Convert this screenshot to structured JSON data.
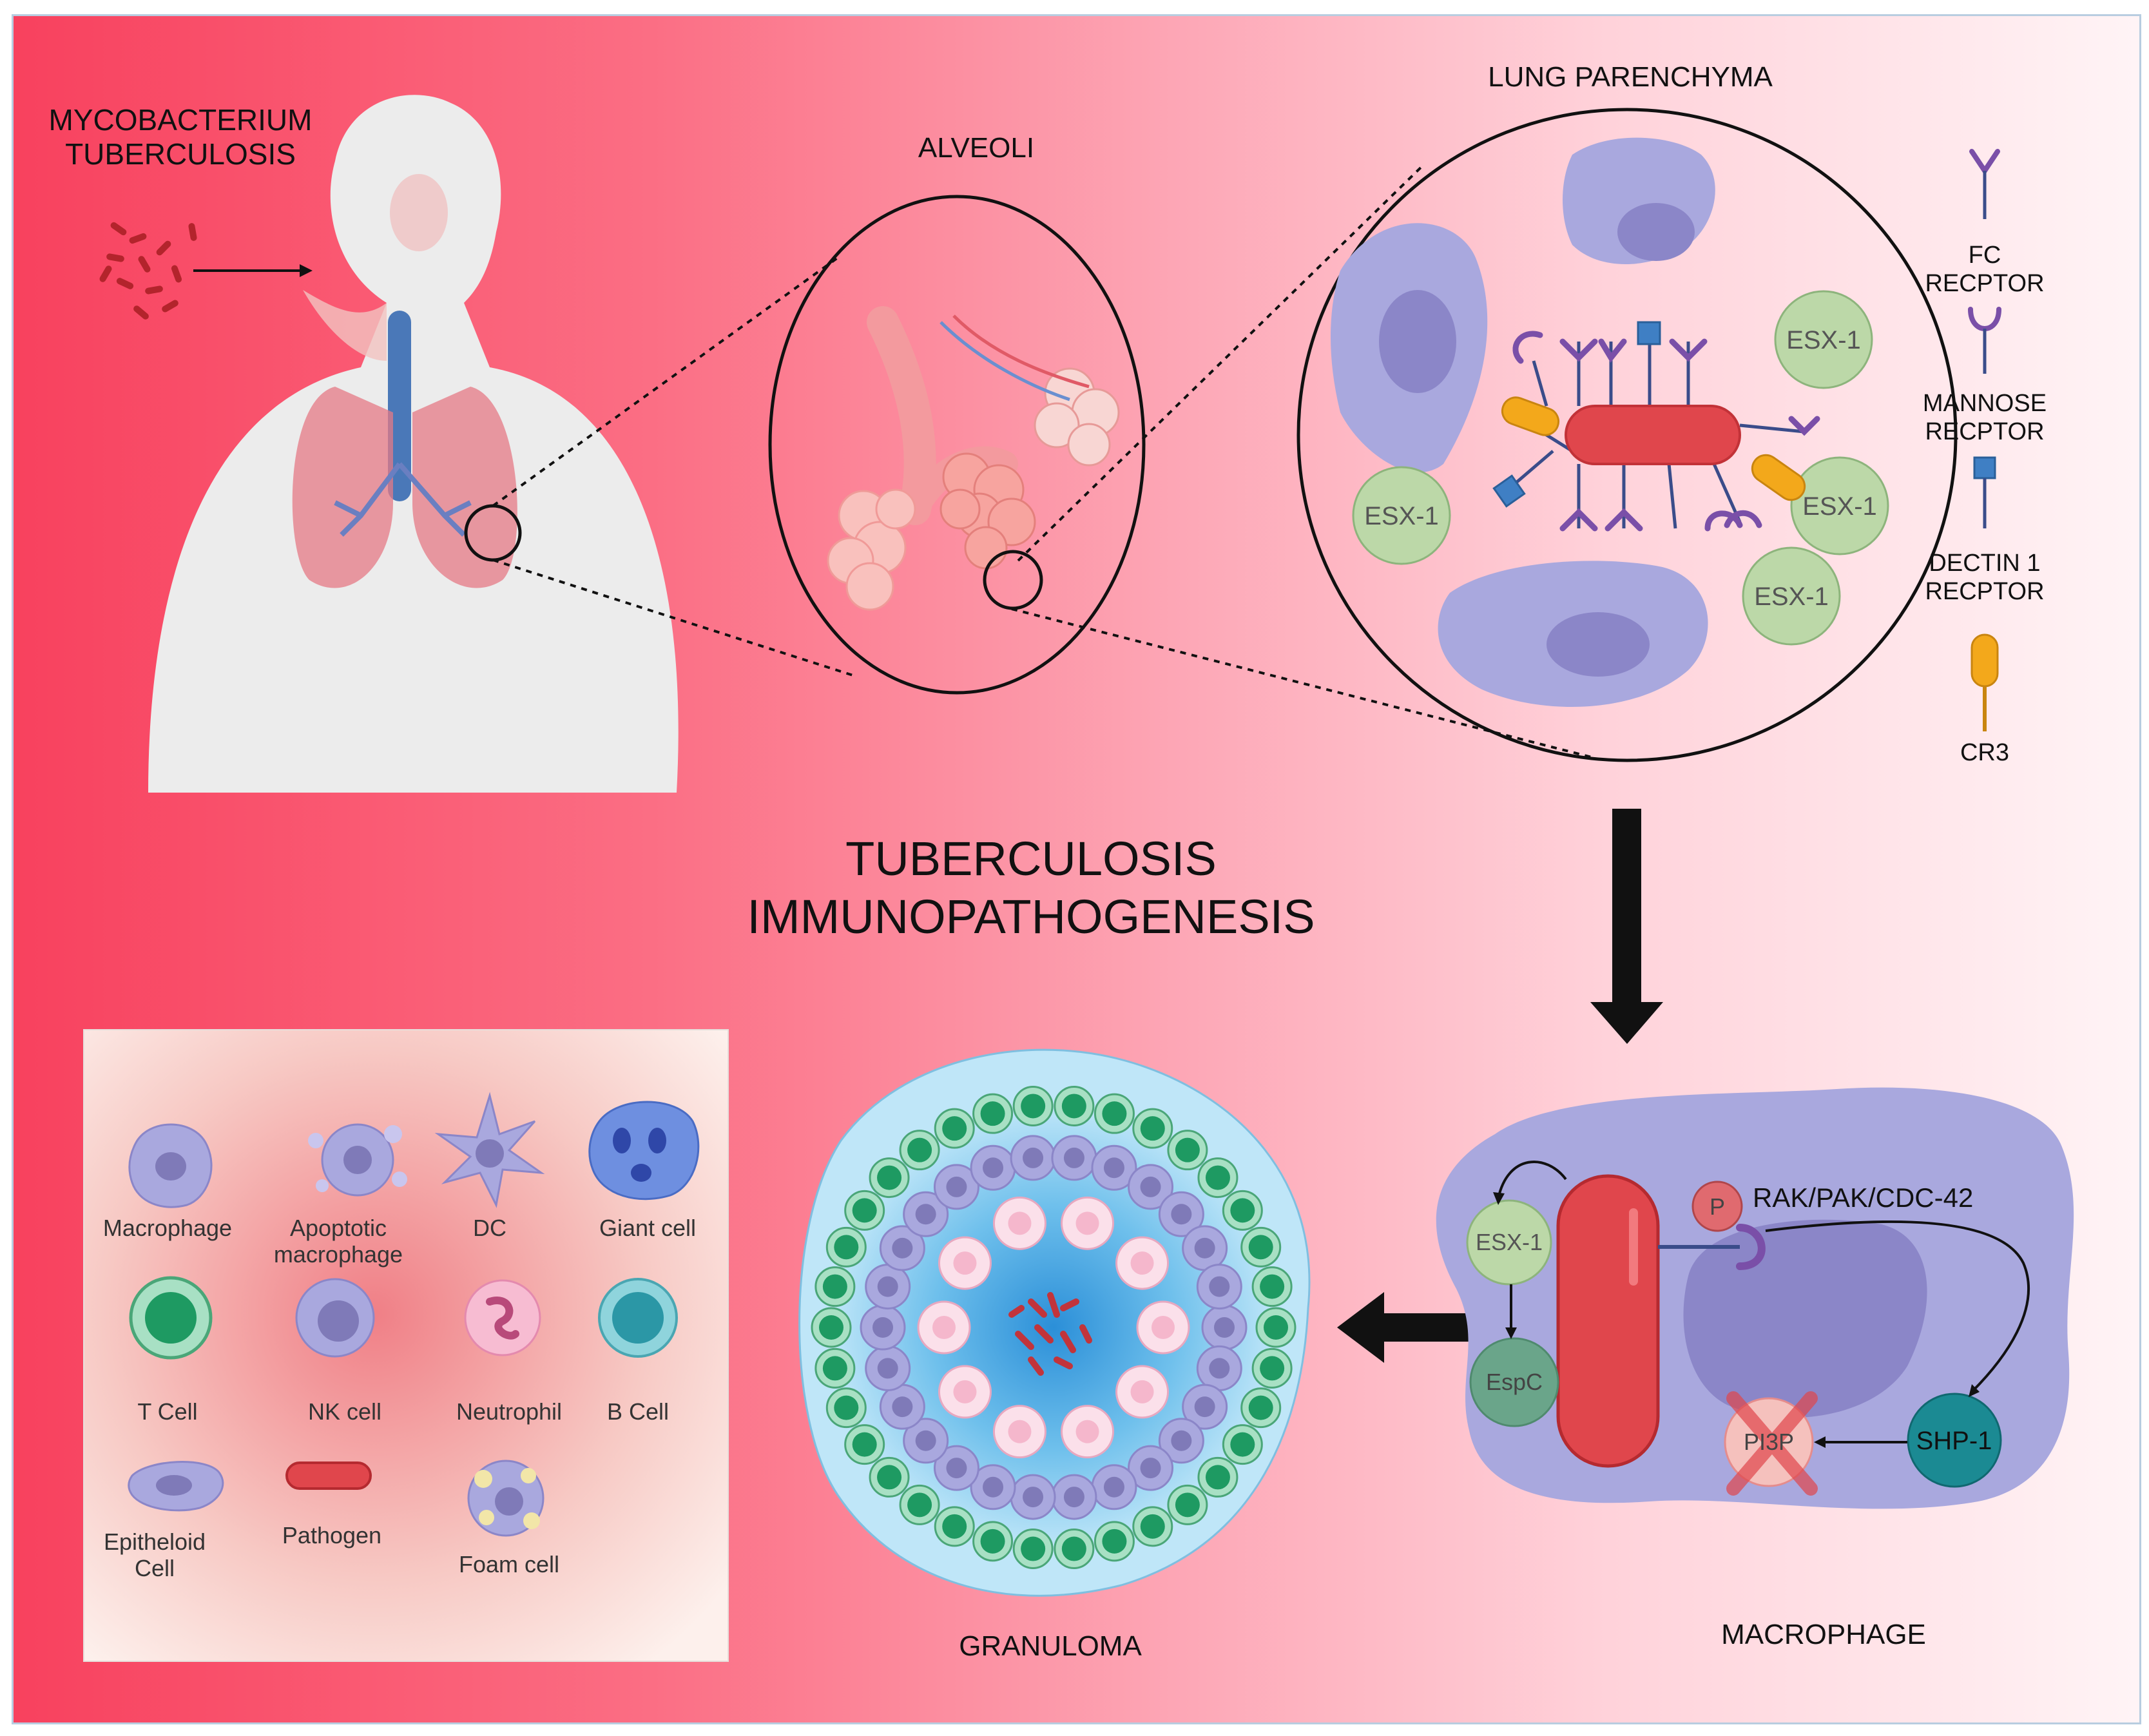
{
  "title_line1": "TUBERCULOSIS",
  "title_line2": "IMMUNOPATHOGENESIS",
  "pathogen_label": "MYCOBACTERIUM\nTUBERCULOSIS",
  "alveoli_label": "ALVEOLI",
  "lung_label": "LUNG PARENCHYMA",
  "granuloma_label": "GRANULOMA",
  "macrophage_label": "MACROPHAGE",
  "esx_label": "ESX-1",
  "receptor_legend": [
    {
      "label": "FC\nRECPTOR",
      "icon": "y-receptor-icon",
      "color": "#7a4fa8"
    },
    {
      "label": "MANNOSE\nRECPTOR",
      "icon": "c-receptor-icon",
      "color": "#7a4fa8"
    },
    {
      "label": "DECTIN 1\nRECPTOR",
      "icon": "square-receptor-icon",
      "color": "#3f7fc4"
    },
    {
      "label": "CR3",
      "icon": "capsule-receptor-icon",
      "color": "#f3a81b"
    }
  ],
  "macrophage_panel": {
    "esx": "ESX-1",
    "espc": "EspC",
    "p": "P",
    "pathway": "RAK/PAK/CDC-42",
    "pi3p": "PI3P",
    "shp": "SHP-1"
  },
  "cell_legend": [
    {
      "label": "Macrophage",
      "icon": "macrophage-icon"
    },
    {
      "label": "Apoptotic\nmacrophage",
      "icon": "apoptotic-macrophage-icon"
    },
    {
      "label": "DC",
      "icon": "dendritic-cell-icon"
    },
    {
      "label": "Giant cell",
      "icon": "giant-cell-icon"
    },
    {
      "label": "T Cell",
      "icon": "t-cell-icon"
    },
    {
      "label": "NK cell",
      "icon": "nk-cell-icon"
    },
    {
      "label": "Neutrophil",
      "icon": "neutrophil-icon"
    },
    {
      "label": "B Cell",
      "icon": "b-cell-icon"
    },
    {
      "label": "Epitheloid\nCell",
      "icon": "epithelioid-cell-icon"
    },
    {
      "label": "Pathogen",
      "icon": "pathogen-icon"
    },
    {
      "label": "Foam cell",
      "icon": "foam-cell-icon"
    }
  ],
  "colors": {
    "background_left": "#f8415e",
    "background_right": "#fff4f6",
    "cell_purple": "#a9a8de",
    "pathogen_red": "#e0464c",
    "esx_green": "#bcd8a8"
  }
}
